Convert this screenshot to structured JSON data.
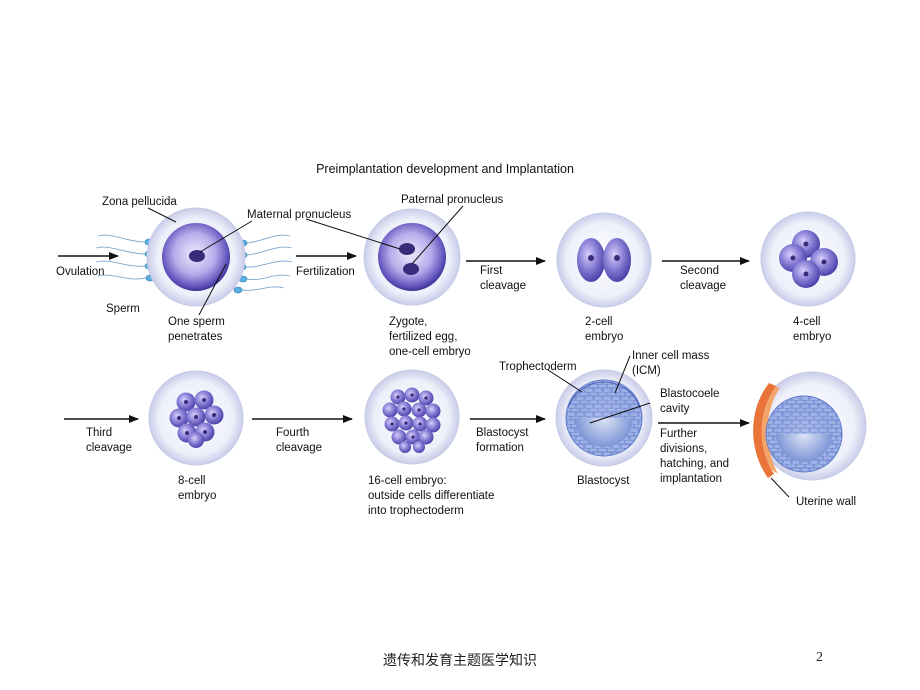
{
  "diagram": {
    "title": "Preimplantation development and Implantation",
    "labels": {
      "zona_pellucida": "Zona pellucida",
      "maternal_pronucleus": "Maternal pronucleus",
      "paternal_pronucleus": "Paternal pronucleus",
      "ovulation": "Ovulation",
      "fertilization": "Fertilization",
      "sperm": "Sperm",
      "one_sperm_1": "One sperm",
      "one_sperm_2": "penetrates",
      "zygote_1": "Zygote,",
      "zygote_2": "fertilized egg,",
      "zygote_3": "one-cell embryo",
      "first_cleavage_1": "First",
      "first_cleavage_2": "cleavage",
      "two_cell_1": "2-cell",
      "two_cell_2": "embryo",
      "second_cleavage_1": "Second",
      "second_cleavage_2": "cleavage",
      "four_cell_1": "4-cell",
      "four_cell_2": "embryo",
      "third_cleavage_1": "Third",
      "third_cleavage_2": "cleavage",
      "eight_cell_1": "8-cell",
      "eight_cell_2": "embryo",
      "fourth_cleavage_1": "Fourth",
      "fourth_cleavage_2": "cleavage",
      "sixteen_cell_1": "16-cell embryo:",
      "sixteen_cell_2": "outside cells differentiate",
      "sixteen_cell_3": "into trophectoderm",
      "blastocyst_formation_1": "Blastocyst",
      "blastocyst_formation_2": "formation",
      "trophectoderm": "Trophectoderm",
      "icm_1": "Inner cell mass",
      "icm_2": "(ICM)",
      "blastocoele_1": "Blastocoele",
      "blastocoele_2": "cavity",
      "blastocyst": "Blastocyst",
      "further_1": "Further",
      "further_2": "divisions,",
      "further_3": "hatching, and",
      "further_4": "implantation",
      "uterine_wall": "Uterine wall"
    }
  },
  "footer": {
    "text": "遗传和发育主题医学知识",
    "page_number": "2"
  },
  "colors": {
    "zona_outer": "#e8eaf6",
    "zona_inner": "#7c6fc4",
    "cell_fill": "#6d62c0",
    "nucleus": "#3a2b7a",
    "blastocyst_cells": "#8fa3dc",
    "uterine_wall": "#f08a4b",
    "sperm": "#5ab0e0"
  }
}
